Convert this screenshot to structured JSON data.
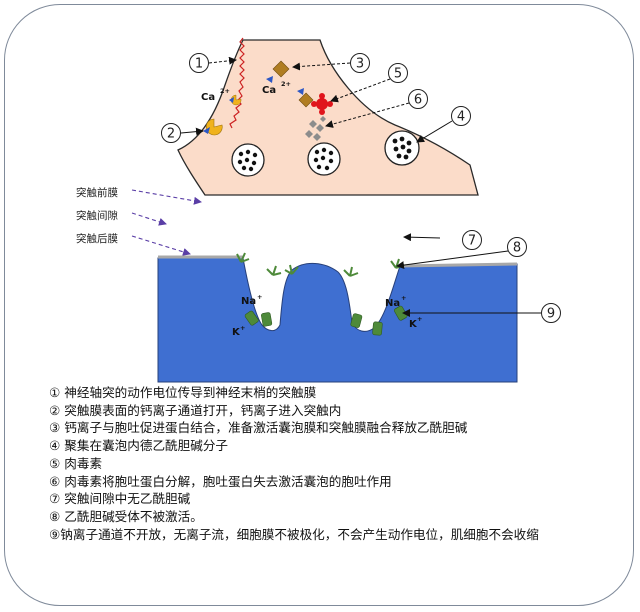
{
  "labels": {
    "presynaptic": "突触前膜",
    "cleft": "突触间隙",
    "postsynaptic": "突触后膜"
  },
  "ions": {
    "ca_left": "Ca",
    "ca_left_sup": "2+",
    "ca_right": "Ca",
    "ca_right_sup": "2+",
    "na_left": "Na",
    "na_left_sup": "+",
    "k_left": "K",
    "k_left_sup": "+",
    "na_right": "Na",
    "na_right_sup": "+",
    "k_right": "K",
    "k_right_sup": "+"
  },
  "markers": [
    "1",
    "2",
    "3",
    "4",
    "5",
    "6",
    "7",
    "8",
    "9"
  ],
  "legend": [
    "① 神经轴突的动作电位传导到神经末梢的突触膜",
    "② 突触膜表面的钙离子通道打开，钙离子进入突触内",
    "③ 钙离子与胞吐促进蛋白结合，准备激活囊泡膜和突触膜融合释放乙酰胆碱",
    "④ 聚集在囊泡内德乙酰胆碱分子",
    "⑤ 肉毒素",
    "⑥ 肉毒素将胞吐蛋白分解，胞吐蛋白失去激活囊泡的胞吐作用",
    "⑦ 突触间隙中无乙酰胆碱",
    "⑧ 乙酰胆碱受体不被激活。",
    "⑨钠离子通道不开放，无离子流，细胞膜不被极化，不会产生动作电位，肌细胞不会收缩"
  ],
  "colors": {
    "terminal_fill": "#fbdcc9",
    "muscle_fill": "#3f6fd1",
    "receptor_green": "#4e8a3a",
    "ca_channel": "#f0b21c",
    "exocytosis_protein": "#b07d22",
    "toxin": "#e0151c",
    "action_potential": "#cc2222"
  }
}
